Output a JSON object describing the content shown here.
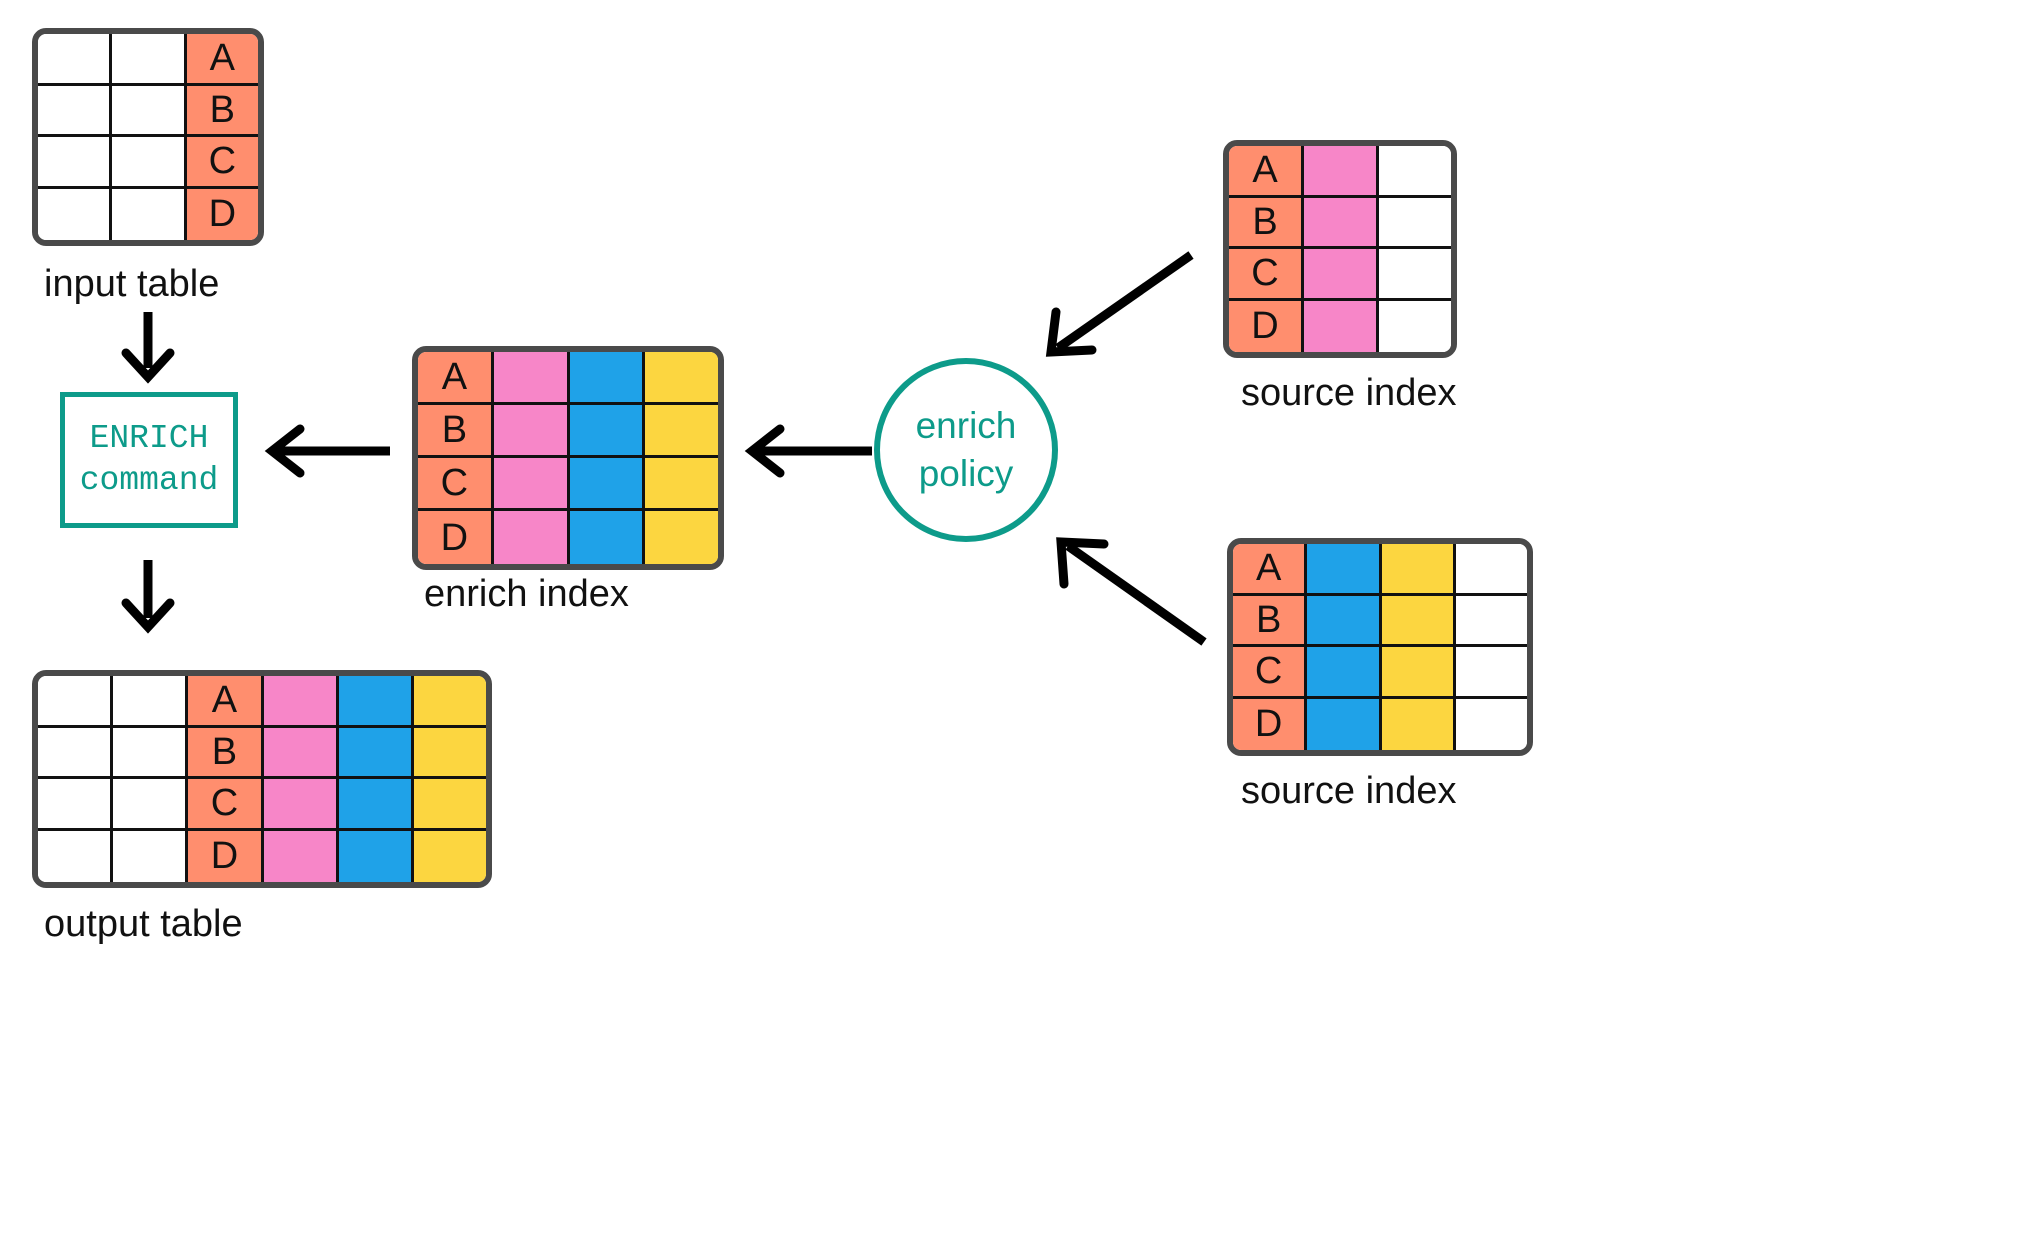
{
  "colors": {
    "orange": "#FF8E6E",
    "pink": "#F786C8",
    "blue": "#1FA2E8",
    "yellow": "#FCD640",
    "white": "#FFFFFF",
    "teal": "#0D9B8A",
    "table_border": "#4A4A4A",
    "cell_border": "#111111",
    "arrow": "#000000",
    "text": "#111111",
    "background": "#FFFFFF"
  },
  "keys": [
    "A",
    "B",
    "C",
    "D"
  ],
  "input_table": {
    "label": "input table",
    "columns": [
      "white",
      "white",
      "orange"
    ],
    "rows": [
      [
        "",
        "",
        "A"
      ],
      [
        "",
        "",
        "B"
      ],
      [
        "",
        "",
        "C"
      ],
      [
        "",
        "",
        "D"
      ]
    ]
  },
  "enrich_command": {
    "line1": "ENRICH",
    "line2": "command"
  },
  "enrich_index": {
    "label": "enrich index",
    "columns": [
      "orange",
      "pink",
      "blue",
      "yellow"
    ],
    "rows": [
      [
        "A",
        "",
        "",
        ""
      ],
      [
        "B",
        "",
        "",
        ""
      ],
      [
        "C",
        "",
        "",
        ""
      ],
      [
        "D",
        "",
        "",
        ""
      ]
    ]
  },
  "enrich_policy": {
    "line1": "enrich",
    "line2": "policy"
  },
  "source_index_top": {
    "label": "source index",
    "columns": [
      "orange",
      "pink",
      "white"
    ],
    "rows": [
      [
        "A",
        "",
        ""
      ],
      [
        "B",
        "",
        ""
      ],
      [
        "C",
        "",
        ""
      ],
      [
        "D",
        "",
        ""
      ]
    ]
  },
  "source_index_bottom": {
    "label": "source index",
    "columns": [
      "orange",
      "blue",
      "yellow",
      "white"
    ],
    "rows": [
      [
        "A",
        "",
        "",
        ""
      ],
      [
        "B",
        "",
        "",
        ""
      ],
      [
        "C",
        "",
        "",
        ""
      ],
      [
        "D",
        "",
        "",
        ""
      ]
    ]
  },
  "output_table": {
    "label": "output table",
    "columns": [
      "white",
      "white",
      "orange",
      "pink",
      "blue",
      "yellow"
    ],
    "rows": [
      [
        "",
        "",
        "A",
        "",
        "",
        ""
      ],
      [
        "",
        "",
        "B",
        "",
        "",
        ""
      ],
      [
        "",
        "",
        "C",
        "",
        "",
        ""
      ],
      [
        "",
        "",
        "D",
        "",
        "",
        ""
      ]
    ]
  },
  "arrows": [
    {
      "name": "arrow-input-to-command",
      "direction": "down"
    },
    {
      "name": "arrow-command-to-output",
      "direction": "down"
    },
    {
      "name": "arrow-enrich-index-to-command",
      "direction": "left"
    },
    {
      "name": "arrow-policy-to-enrich-index",
      "direction": "left"
    },
    {
      "name": "arrow-source-top-to-policy",
      "direction": "down-left"
    },
    {
      "name": "arrow-source-bottom-to-policy",
      "direction": "up-left"
    }
  ]
}
